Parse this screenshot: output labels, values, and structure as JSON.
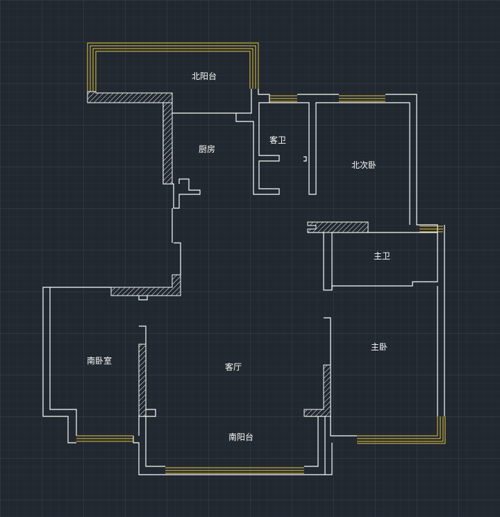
{
  "drawing": {
    "background": "#212830",
    "grid_minor_color": "#2a323c",
    "grid_major_color": "#3a434e",
    "wall_color": "#ffffff",
    "window_color": "#e8c840"
  },
  "rooms": {
    "north_balcony": "北阳台",
    "kitchen": "厨房",
    "guest_bath": "客卫",
    "north_second_bedroom": "北次卧",
    "master_bath": "主卫",
    "master_bedroom": "主卧",
    "south_bedroom": "南卧室",
    "living_room": "客厅",
    "south_balcony": "南阳台"
  }
}
